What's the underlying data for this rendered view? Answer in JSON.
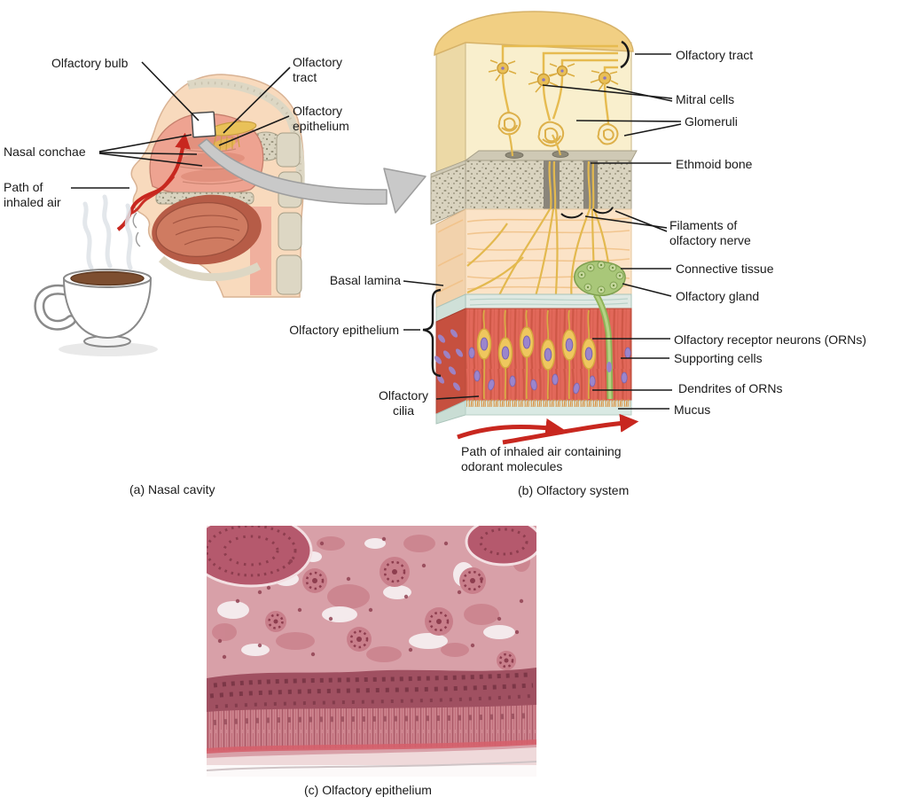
{
  "colors": {
    "label_text": "#1a1a1a",
    "skin_peach": "#f8dabd",
    "bone_tan": "#ddd7c4",
    "cavity_pink": "#eea391",
    "tongue_salmon": "#cf7b61",
    "bulb_cream": "#f9efcd",
    "dome_gold": "#f1cf83",
    "neuron_yellow": "#e6bb50",
    "ethmoid_gray": "#d9d3bf",
    "connective_peach": "#fbe3c7",
    "lamina_blue": "#dfe9e3",
    "epithelium_red": "#e2685a",
    "nucleus_purple": "#9b85cc",
    "gland_green": "#a9c779",
    "mucus_blue": "#d9e9e3",
    "air_arrow_red": "#c8271f",
    "zoom_arrow_gray": "#c9c9c9",
    "micrograph_pink": "#d8a0a8"
  },
  "panel_a": {
    "caption": "(a) Nasal cavity",
    "labels": {
      "olfactory_bulb": "Olfactory bulb",
      "olfactory_tract": "Olfactory\ntract",
      "olfactory_epithelium": "Olfactory\nepithelium",
      "nasal_conchae": "Nasal conchae",
      "path_of_inhaled_air": "Path of\ninhaled air"
    }
  },
  "panel_b": {
    "caption": "(b) Olfactory system",
    "labels_right": {
      "olfactory_tract": "Olfactory tract",
      "mitral_cells": "Mitral cells",
      "glomeruli": "Glomeruli",
      "ethmoid_bone": "Ethmoid bone",
      "filaments_of_olfactory_nerve": "Filaments of\nolfactory nerve",
      "connective_tissue": "Connective tissue",
      "olfactory_gland": "Olfactory gland",
      "olfactory_receptor_neurons": "Olfactory receptor neurons (ORNs)",
      "supporting_cells": "Supporting cells",
      "dendrites_of_orns": "Dendrites of ORNs",
      "mucus": "Mucus"
    },
    "labels_left": {
      "basal_lamina": "Basal lamina",
      "olfactory_epithelium": "Olfactory epithelium",
      "olfactory_cilia": "Olfactory\ncilia"
    },
    "airflow_note": "Path of inhaled air containing\nodorant molecules"
  },
  "panel_c": {
    "caption": "(c) Olfactory epithelium"
  }
}
